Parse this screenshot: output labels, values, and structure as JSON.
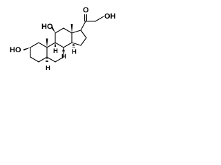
{
  "molecule": {
    "labels": {
      "ho_left": "HO",
      "ho_c11": "HO",
      "ho_right": "OH",
      "o_ketone": "O",
      "h_c9": "H",
      "h_c8": "H",
      "h_c14": "H",
      "h_c5": "H"
    },
    "colors": {
      "bond": "#000000",
      "background": "#ffffff"
    }
  }
}
